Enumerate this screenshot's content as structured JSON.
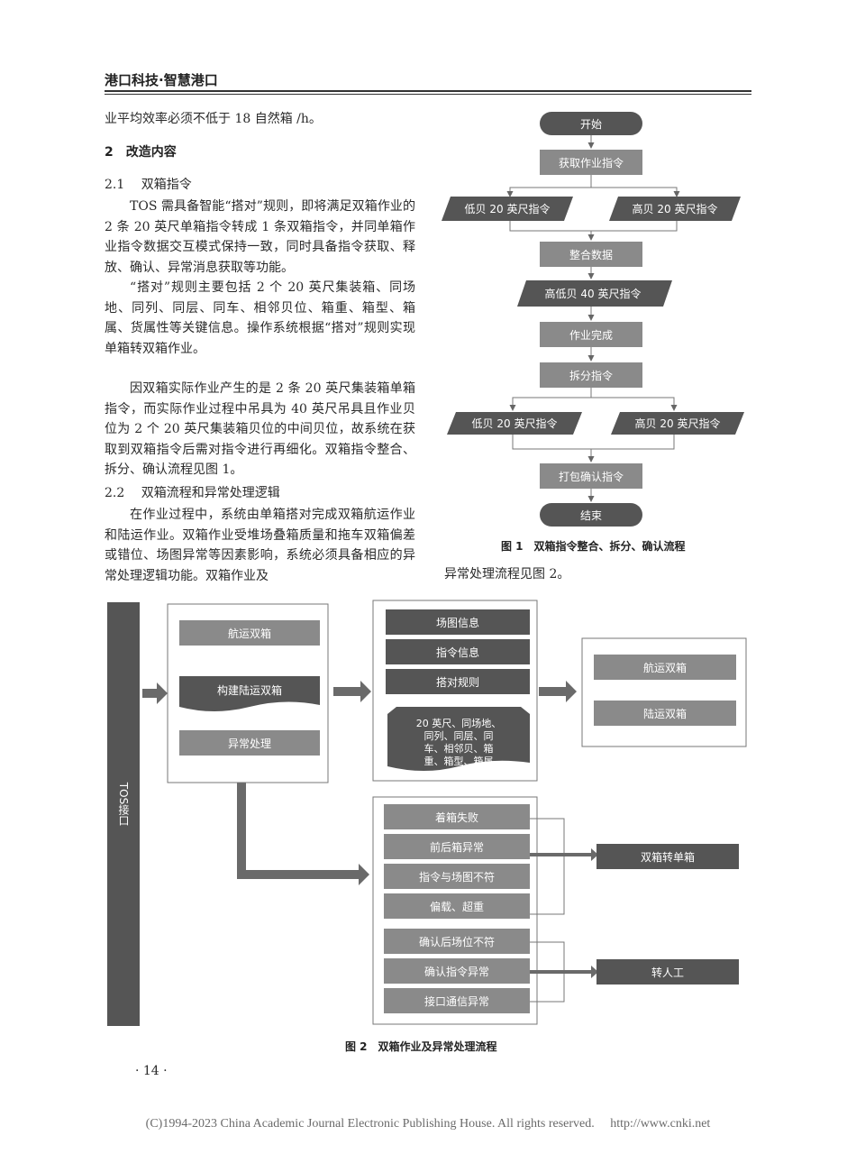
{
  "header": {
    "title": "港口科技·智慧港口"
  },
  "left_column": {
    "line1": "业平均效率必须不低于 18 自然箱 /h。",
    "section2": "2　改造内容",
    "sub21": "2.1　 双箱指令",
    "p1": "TOS 需具备智能“搭对”规则，即将满足双箱作业的 2 条 20 英尺单箱指令转成 1 条双箱指令，并同单箱作业指令数据交互模式保持一致，同时具备指令获取、释放、确认、异常消息获取等功能。",
    "p2": "“搭对”规则主要包括 2 个 20 英尺集装箱、同场地、同列、同层、同车、相邻贝位、箱重、箱型、箱属、货属性等关键信息。操作系统根据“搭对”规则实现单箱转双箱作业。",
    "p3": "因双箱实际作业产生的是 2 条 20 英尺集装箱单箱指令，而实际作业过程中吊具为 40 英尺吊具且作业贝位为 2 个 20 英尺集装箱贝位的中间贝位，故系统在获取到双箱指令后需对指令进行再细化。双箱指令整合、拆分、确认流程见图 1。",
    "sub22": "2.2　 双箱流程和异常处理逻辑",
    "p4": "在作业过程中，系统由单箱搭对完成双箱航运作业和陆运作业。双箱作业受堆场叠箱质量和拖车双箱偏差或错位、场图异常等因素影响，系统必须具备相应的异常处理逻辑功能。双箱作业及"
  },
  "right_text": "异常处理流程见图 2。",
  "figure1": {
    "caption": "图 1　双箱指令整合、拆分、确认流程",
    "start": "开始",
    "get_cmd": "获取作业指令",
    "low_bay_1": "低贝 20 英尺指令",
    "high_bay_1": "高贝 20 英尺指令",
    "integrate": "整合数据",
    "combined": "高低贝 40 英尺指令",
    "work_done": "作业完成",
    "split": "拆分指令",
    "low_bay_2": "低贝 20 英尺指令",
    "high_bay_2": "高贝 20 英尺指令",
    "pack_confirm": "打包确认指令",
    "end": "结束"
  },
  "figure2": {
    "caption": "图 2　双箱作业及异常处理流程",
    "tos": "TOS接口",
    "b1_shipping": "航运双箱",
    "b1_build_land": "构建陆运双箱",
    "b1_exception": "异常处理",
    "b2_yard_info": "场图信息",
    "b2_cmd_info": "指令信息",
    "b2_pair_rule": "搭对规则",
    "b2_detail": [
      "20 英尺、同场地、",
      "同列、同层、同",
      "车、相邻贝、箱",
      "重、箱型、箱属"
    ],
    "b3_shipping": "航运双箱",
    "b3_land": "陆运双箱",
    "exceptions": [
      "着箱失败",
      "前后箱异常",
      "指令与场图不符",
      "偏载、超重",
      "确认后场位不符",
      "确认指令异常",
      "接口通信异常"
    ],
    "out_single": "双箱转单箱",
    "out_manual": "转人工"
  },
  "page_number": "· 14 ·",
  "footer": "(C)1994-2023 China Academic Journal Electronic Publishing House. All rights reserved.　 http://www.cnki.net",
  "colors": {
    "box_dark": "#555555",
    "box_mid": "#8a8a8a",
    "arrow": "#6a6a6a"
  }
}
